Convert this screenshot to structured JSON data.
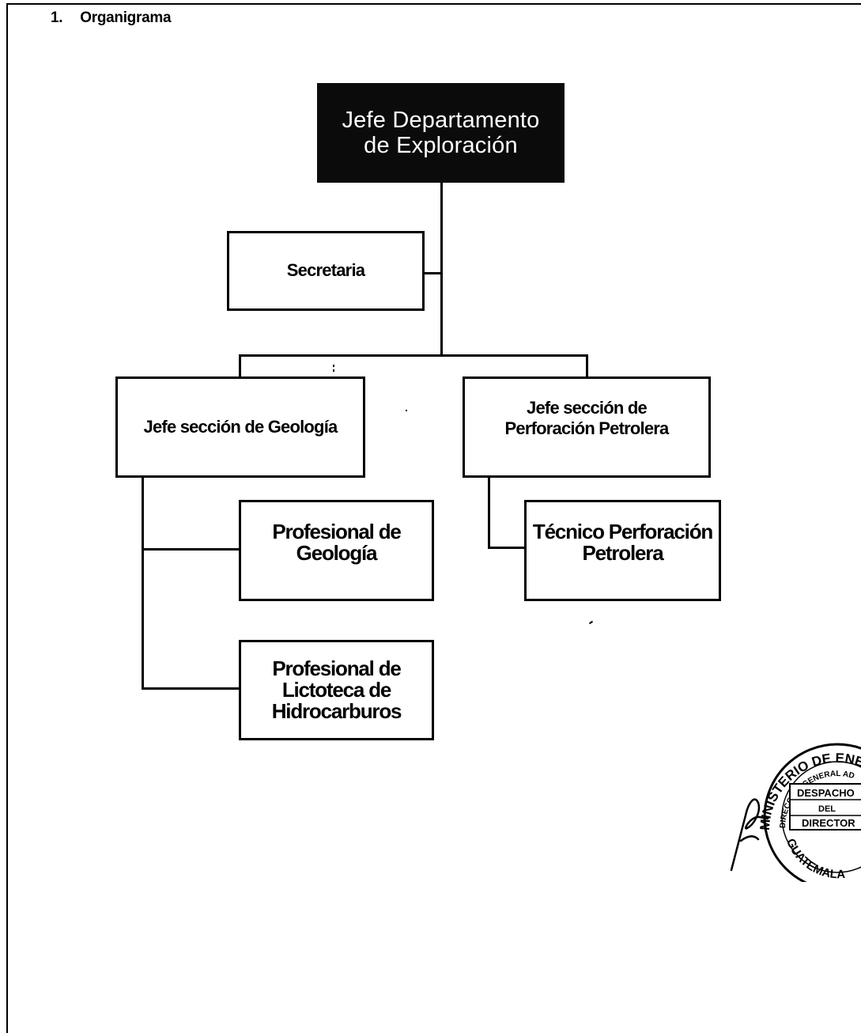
{
  "heading": {
    "number": "1.",
    "title": "Organigrama"
  },
  "chart": {
    "root": {
      "label_line1": "Jefe Departamento",
      "label_line2": "de Exploración"
    },
    "secretary": {
      "label": "Secretaria"
    },
    "geology_head": {
      "label": "Jefe sección de Geología"
    },
    "drilling_head": {
      "label_line1": "Jefe sección de",
      "label_line2": "Perforación Petrolera"
    },
    "geology_professional": {
      "label_line1": "Profesional de",
      "label_line2": "Geología"
    },
    "lithotheque_professional": {
      "label_line1": "Profesional de",
      "label_line2": "Lictoteca de",
      "label_line3": "Hidrocarburos"
    },
    "drilling_technician": {
      "label_line1": "Técnico Perforación",
      "label_line2": "Petrolera"
    }
  },
  "stamp": {
    "ring_text": "MINISTERIO DE ENERGIA",
    "inner_ring_text": "DIRECCION GENERAL AD",
    "line1": "DESPACHO",
    "line2": "DEL",
    "line3": "DIRECTOR",
    "bottom_text": "GUATEMALA"
  },
  "colors": {
    "root_fill": "#0b0b0b",
    "root_text": "#ffffff",
    "stroke": "#000000"
  }
}
